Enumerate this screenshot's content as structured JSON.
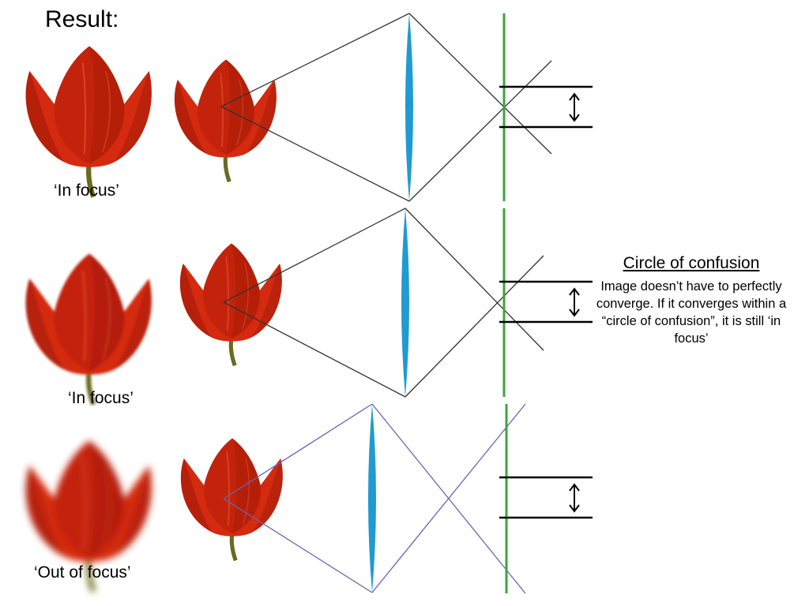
{
  "title": "Result:",
  "captions": {
    "row1": "‘In focus’",
    "row2": "‘In focus’",
    "row3": "‘Out of focus’"
  },
  "note": {
    "heading": "Circle of confusion",
    "body": "Image doesn’t have to perfectly converge.  If it converges within a “circle of confusion”, it is still ‘in focus’"
  },
  "rows": [
    {
      "focus_state": "in focus",
      "ray_color": "#333333",
      "blur": 0
    },
    {
      "focus_state": "in focus",
      "ray_color": "#333333",
      "blur": 1.6
    },
    {
      "focus_state": "out of focus",
      "ray_color": "#6a63b5",
      "blur": 4
    }
  ],
  "colors": {
    "lens": "#1f9bd1",
    "sensor": "#3aa63a",
    "tulip": "#d42a10",
    "tulip_dark": "#9c1806",
    "stem": "#6b6a1e",
    "ray_in_focus": "#333333",
    "ray_out_of_focus": "#6a63b5"
  }
}
